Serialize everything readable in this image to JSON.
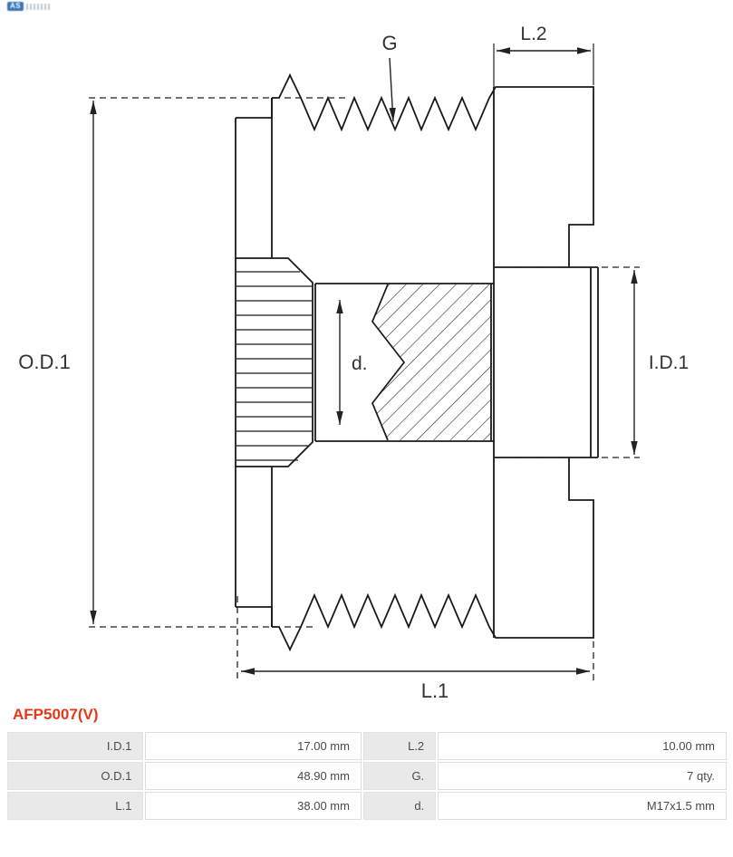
{
  "header": {
    "logo": "AS"
  },
  "part": {
    "number": "AFP5007(V)"
  },
  "colors": {
    "accent_red": "#e63917",
    "drawing_line": "#1a1a1a",
    "table_label_bg": "#e9e9e9"
  },
  "diagram": {
    "labels": {
      "groove": "G",
      "length_2": "L.2",
      "outer_diameter": "O.D.1",
      "inner_diameter": "I.D.1",
      "thread_diameter": "d.",
      "length_1": "L.1"
    }
  },
  "spec_table": {
    "rows": [
      {
        "label_left": "I.D.1",
        "value_left": "17.00 mm",
        "label_right": "L.2",
        "value_right": "10.00 mm"
      },
      {
        "label_left": "O.D.1",
        "value_left": "48.90 mm",
        "label_right": "G.",
        "value_right": "7 qty."
      },
      {
        "label_left": "L.1",
        "value_left": "38.00 mm",
        "label_right": "d.",
        "value_right": "M17x1.5 mm"
      }
    ]
  }
}
